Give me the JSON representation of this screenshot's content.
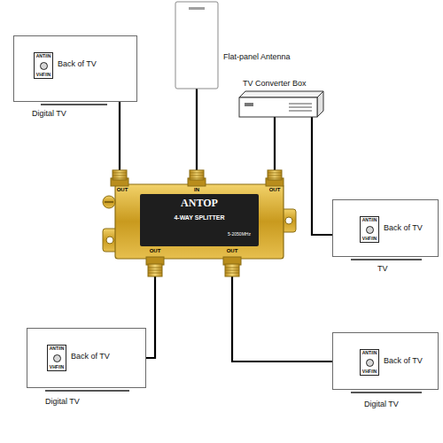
{
  "diagram": {
    "nodes": [
      {
        "text": [
          "ANT/IN",
          "VHF/IN",
          "Back of TV",
          "Digital TV"
        ]
      },
      {
        "text": [
          "Flat-panel Antenna"
        ]
      },
      {
        "text": [
          "TV Converter Box"
        ]
      },
      {
        "text": [
          "OUT",
          "IN",
          "OUT",
          "ANTOP",
          "4-WAY SPLITTER",
          "OUT",
          "OUT",
          "5-2050MHz"
        ]
      },
      {
        "text": [
          "ANT/IN",
          "VHF/IN",
          "Back of TV",
          "TV"
        ]
      },
      {
        "text": [
          "ANT/IN",
          "VHF/IN",
          "Back of TV",
          "Digital TV"
        ]
      },
      {
        "text": [
          "ANT/IN",
          "VHF/IN",
          "Back of TV",
          "Digital TV"
        ]
      }
    ],
    "edges": [
      {
        "from": 1,
        "to": 3,
        "arrow": "none"
      },
      {
        "from": 3,
        "to": 0,
        "arrow": "none"
      },
      {
        "from": 3,
        "to": 2,
        "arrow": "none"
      },
      {
        "from": 2,
        "to": 4,
        "arrow": "none"
      },
      {
        "from": 3,
        "to": 5,
        "arrow": "none"
      },
      {
        "from": 3,
        "to": 6,
        "arrow": "none"
      }
    ]
  }
}
